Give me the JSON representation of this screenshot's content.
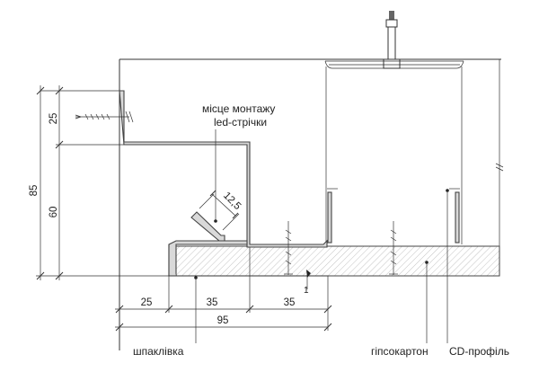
{
  "annotations": {
    "led_mount_line1": "місце монтажу",
    "led_mount_line2": "led-стрічки",
    "putty": "шпаклівка",
    "drywall": "гіпсокартон",
    "cd_profile": "CD-профіль"
  },
  "dimensions": {
    "v_total": "85",
    "v_upper": "25",
    "v_lower": "60",
    "led_width": "12,5",
    "h_left": "25",
    "h_mid": "35",
    "h_right": "35",
    "h_total": "95",
    "gap": "1"
  },
  "colors": {
    "line": "#333333",
    "profile_fill": "#d9d9d9",
    "hatch": "#9a9a9a"
  }
}
